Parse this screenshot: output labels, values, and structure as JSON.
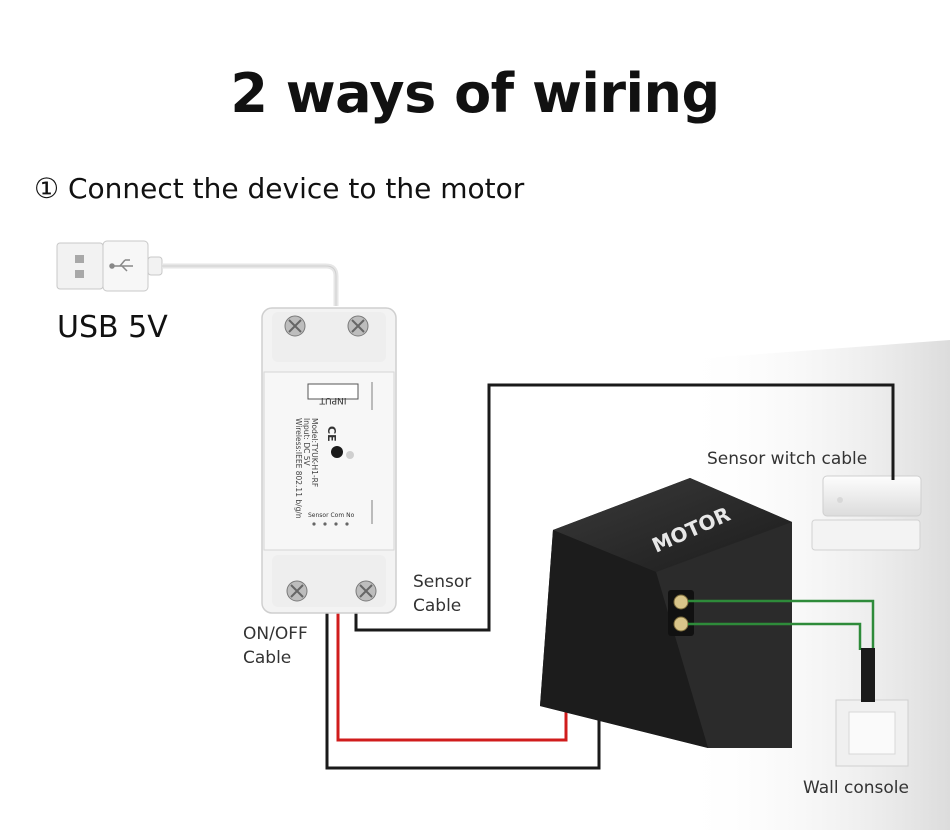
{
  "title": "2 ways of wiring",
  "subtitle": "① Connect the device to the motor",
  "labels": {
    "usb": "USB 5V",
    "sensor_cable": [
      "Sensor",
      "Cable"
    ],
    "onoff_cable": [
      "ON/OFF",
      "Cable"
    ],
    "sensor_switch_cable": "Sensor witch cable",
    "wall_console": "Wall console"
  },
  "device": {
    "input_label": "INPUT",
    "model_lines": [
      "Model:TYUK-H1-RF",
      "Input: DC 5V",
      "Wireless:IEEE 802.11 b/g/n"
    ],
    "ce_mark": "CE",
    "terminal_labels": "Sensor Com No"
  },
  "motor": {
    "label": "MOTOR"
  },
  "icons": [
    "usb-plug-icon",
    "usb-symbol-icon",
    "screw-icon",
    "led-indicator-icon"
  ],
  "colors": {
    "wire_black": "#1a1a1a",
    "wire_red": "#d01c1c",
    "wire_green": "#2e8b3a",
    "motor_body": "#222222"
  }
}
